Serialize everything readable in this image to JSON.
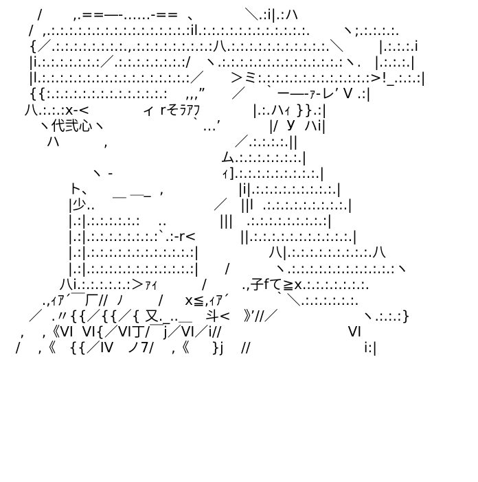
{
  "art": {
    "lines": [
      "       /       ,.==―‐……‐==  、          ＼.:i|.:ハ",
      "     /  ,.:.:.:.:.:.:.:.:.:.:.:.:.:.:.:.:il.:.:.:.:.:.:.:.:.:.:.:.:.       ヽ;.:.:.:.:.",
      "     {／.:.:.:.:.:.:.:.:.,.:.:.:.:.:.:.:.:.:八.:.:.:.:.:.:.:.:.:.:.:.＼        |.:.:.:.i",
      "     |i.:.:.:.:.:.:.:／.:.:.:.:.:.:.:.:/   ヽ.:.:.:.:.:.:.:.:.:.:.:.:.:.:ヽ.   |.:.:.:.|",
      "     |l.:.:.:.:.:.:.:.:.:.:.:.:.:.:.:.:.:／      ＞ミ:.:.:.:.:.:.:.:.:.:.:.:.:>!_.:.:.:|",
      "     {{:.:.:.:.:.:.:.:.:.:.:.:.:.:    ,,,”      ／    ｀ー―‐ｧ‐レ’ V .:|",
      "    八.:.:.:x‐<            ィ rそﾗｱﾌ            |.:.ハｨ }}.:|",
      "       ヽ代弐心ヽ                   ｀.‥’           |/  У  ハi|",
      "         ハ          ,                             ／.:.:.:.:.||",
      "                                                 ム.:.:.:.:.:.:.:.|",
      "                   ヽ ‐                         ｨ].:.:.:.:.:.:.:.:.:.|",
      "              ト、        ＿_  ,                 |i|.:.:.:.:.:.:.:.:.:.|",
      "              |少..    ￣                    ／   ||l  .:.:.:.:.:.:.:.:.:.|",
      "              |.:|.:.:.:.:.:.:    ‥            |||   .:.:.:.:.:.:.:.:.:|",
      "              |.:|.:.:.:.:.:.:.:.:`.:‐r<          ||.:.:.:.:.:.:.:.:.:.:.:.|",
      "              |.:|.:.:.:.:.:.:.:.:.:.:.:.:|                八|.:.:.:.:.:.:.:.:.:.八",
      "              |.:|.:.:.:.:.:.:.:.:.:.:.:.:|      /          ヽ.:.:.:.:.:.:.:.:.:.:.:.:ヽ",
      "            八i.:.:.:.:.:.:＞ｧｨ          /        .,子fて≧x.:.:.:.:.:.:.:.",
      "        .,ｨｱ´￣厂//  ﾉ        /     x≦,ｨｱ´          ｀＼.:.:.:.:.:.:.",
      "     ／  .〃{{／{{／{ 又._..＿   斗<   》’//／                   ヽ.:.:.:}",
      "   ,    ,《VI  VI{／VI丁/￣j／VI／i//                             VI",
      "  /    ,《   {{／IV   ノ7/    ,《     }j    //                          i:|"
    ]
  }
}
